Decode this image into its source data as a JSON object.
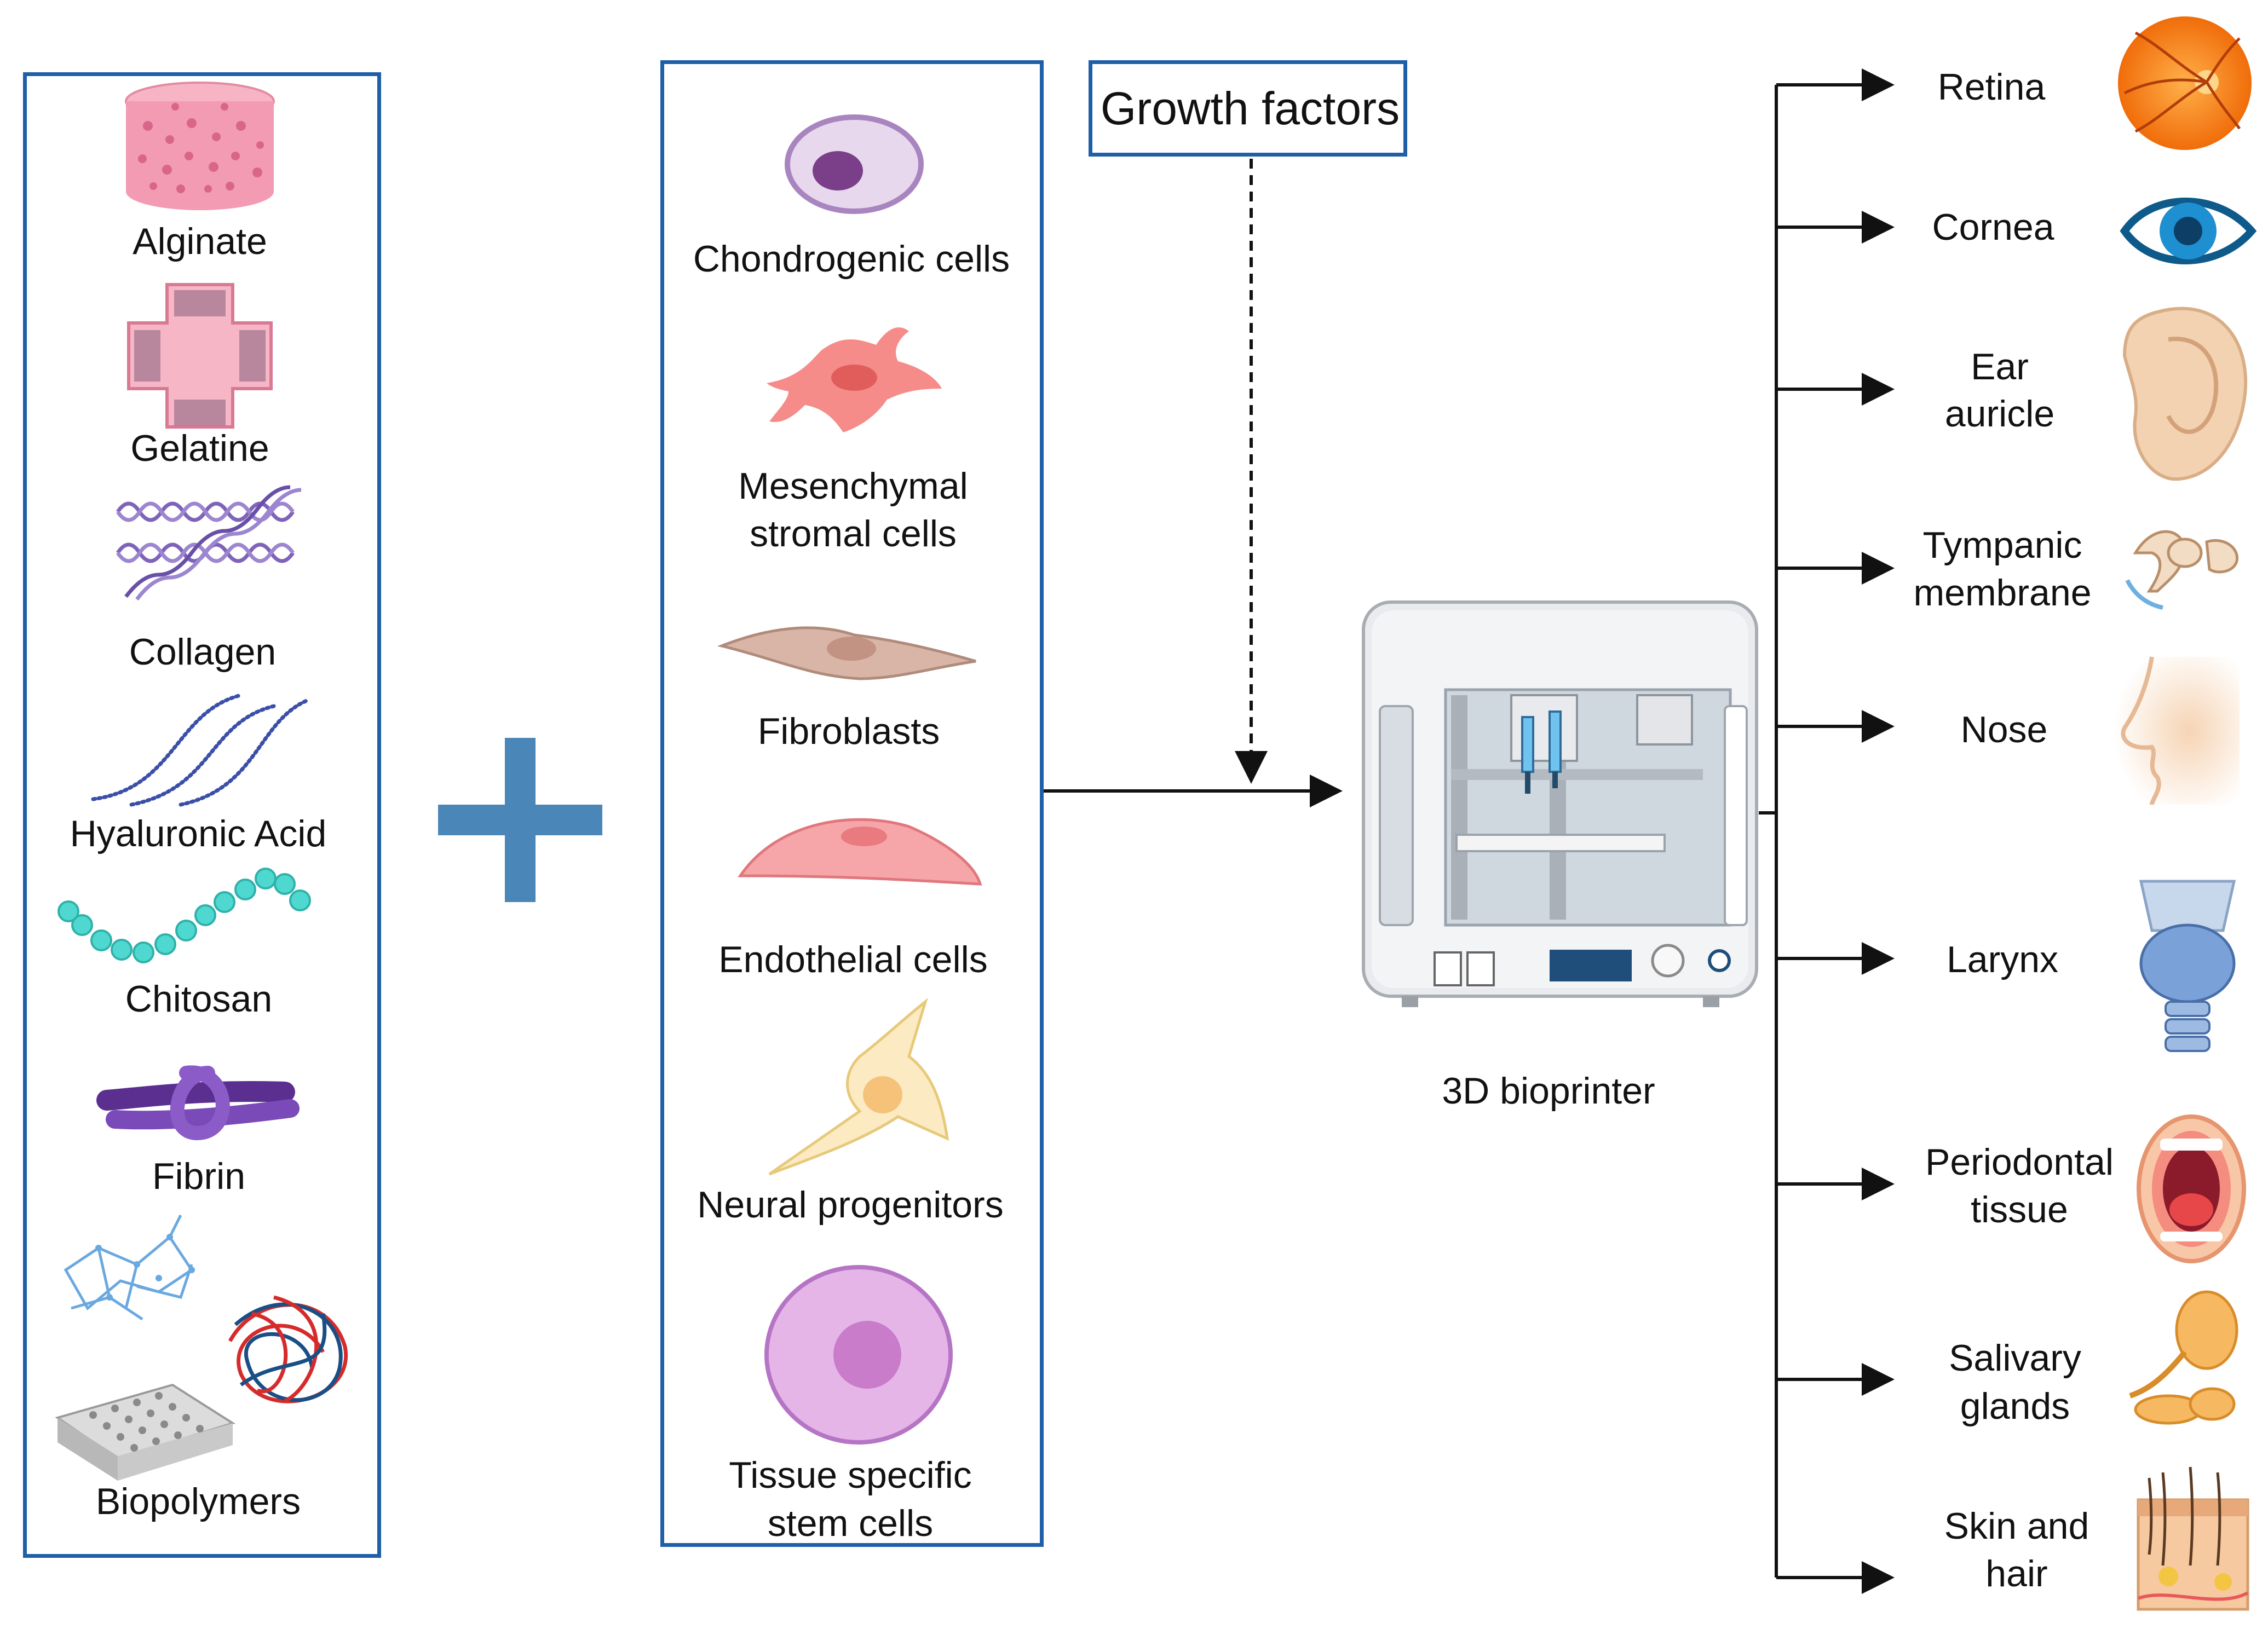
{
  "biomaterials": {
    "items": [
      {
        "label": "Alginate",
        "icon": "alginate-scaffold-icon"
      },
      {
        "label": "Gelatine",
        "icon": "gelatine-cross-icon"
      },
      {
        "label": "Collagen",
        "icon": "collagen-helix-icon"
      },
      {
        "label": "Hyaluronic Acid",
        "icon": "hyaluronic-acid-chain-icon"
      },
      {
        "label": "Chitosan",
        "icon": "chitosan-chain-icon"
      },
      {
        "label": "Fibrin",
        "icon": "fibrin-knot-icon"
      },
      {
        "label": "Biopolymers",
        "icon": "biopolymers-icon"
      }
    ]
  },
  "cells": {
    "items": [
      {
        "label": "Chondrogenic cells",
        "icon": "chondrogenic-cell-icon"
      },
      {
        "label_line1": "Mesenchymal",
        "label_line2": "stromal cells",
        "icon": "mesenchymal-cell-icon"
      },
      {
        "label": "Fibroblasts",
        "icon": "fibroblast-icon"
      },
      {
        "label": "Endothelial cells",
        "icon": "endothelial-cell-icon"
      },
      {
        "label": "Neural progenitors",
        "icon": "neural-progenitor-icon"
      },
      {
        "label_line1": "Tissue specific",
        "label_line2": "stem cells",
        "icon": "stem-cell-icon"
      }
    ]
  },
  "growth_factors": {
    "label": "Growth factors"
  },
  "bioprinter": {
    "label": "3D bioprinter",
    "icon": "bioprinter-icon"
  },
  "tissues": {
    "items": [
      {
        "label": "Retina",
        "icon": "retina-icon"
      },
      {
        "label": "Cornea",
        "icon": "cornea-eye-icon"
      },
      {
        "label_line1": "Ear",
        "label_line2": "auricle",
        "icon": "ear-icon"
      },
      {
        "label_line1": "Tympanic",
        "label_line2": "membrane",
        "icon": "tympanic-membrane-icon"
      },
      {
        "label": "Nose",
        "icon": "nose-icon"
      },
      {
        "label": "Larynx",
        "icon": "larynx-icon"
      },
      {
        "label_line1": "Periodontal",
        "label_line2": "tissue",
        "icon": "mouth-icon"
      },
      {
        "label_line1": "Salivary",
        "label_line2": "glands",
        "icon": "salivary-gland-icon"
      },
      {
        "label_line1": "Skin and",
        "label_line2": "hair",
        "icon": "skin-hair-icon"
      }
    ]
  },
  "colors": {
    "box_border": "#1f5fa8",
    "plus": "#4a86b8",
    "arrow": "#111111"
  }
}
